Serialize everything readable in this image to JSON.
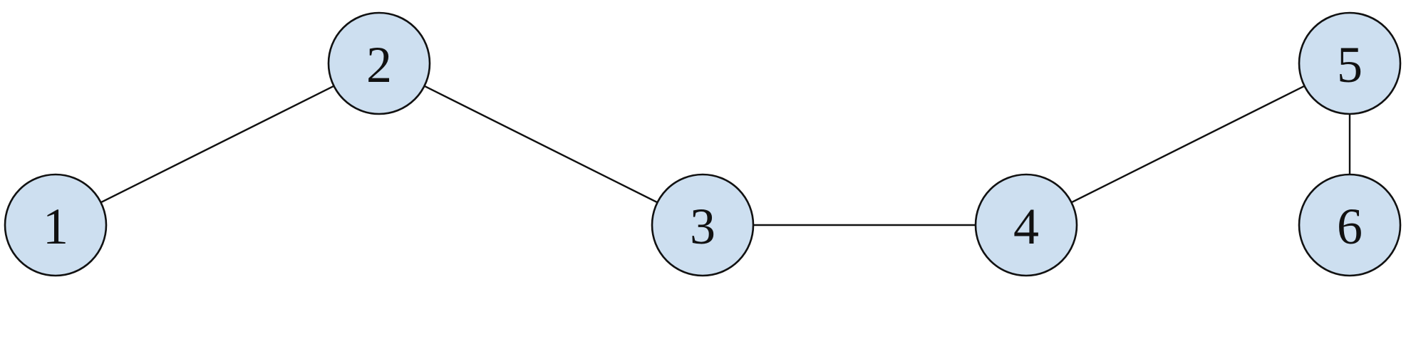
{
  "graph": {
    "node_fill": "#cddff0",
    "node_stroke": "#111111",
    "edge_color": "#111111",
    "nodes": [
      {
        "id": "1",
        "label": "1"
      },
      {
        "id": "2",
        "label": "2"
      },
      {
        "id": "3",
        "label": "3"
      },
      {
        "id": "4",
        "label": "4"
      },
      {
        "id": "5",
        "label": "5"
      },
      {
        "id": "6",
        "label": "6"
      }
    ],
    "edges": [
      {
        "from": "1",
        "to": "2"
      },
      {
        "from": "2",
        "to": "3"
      },
      {
        "from": "3",
        "to": "4"
      },
      {
        "from": "4",
        "to": "5"
      },
      {
        "from": "5",
        "to": "6"
      }
    ]
  }
}
